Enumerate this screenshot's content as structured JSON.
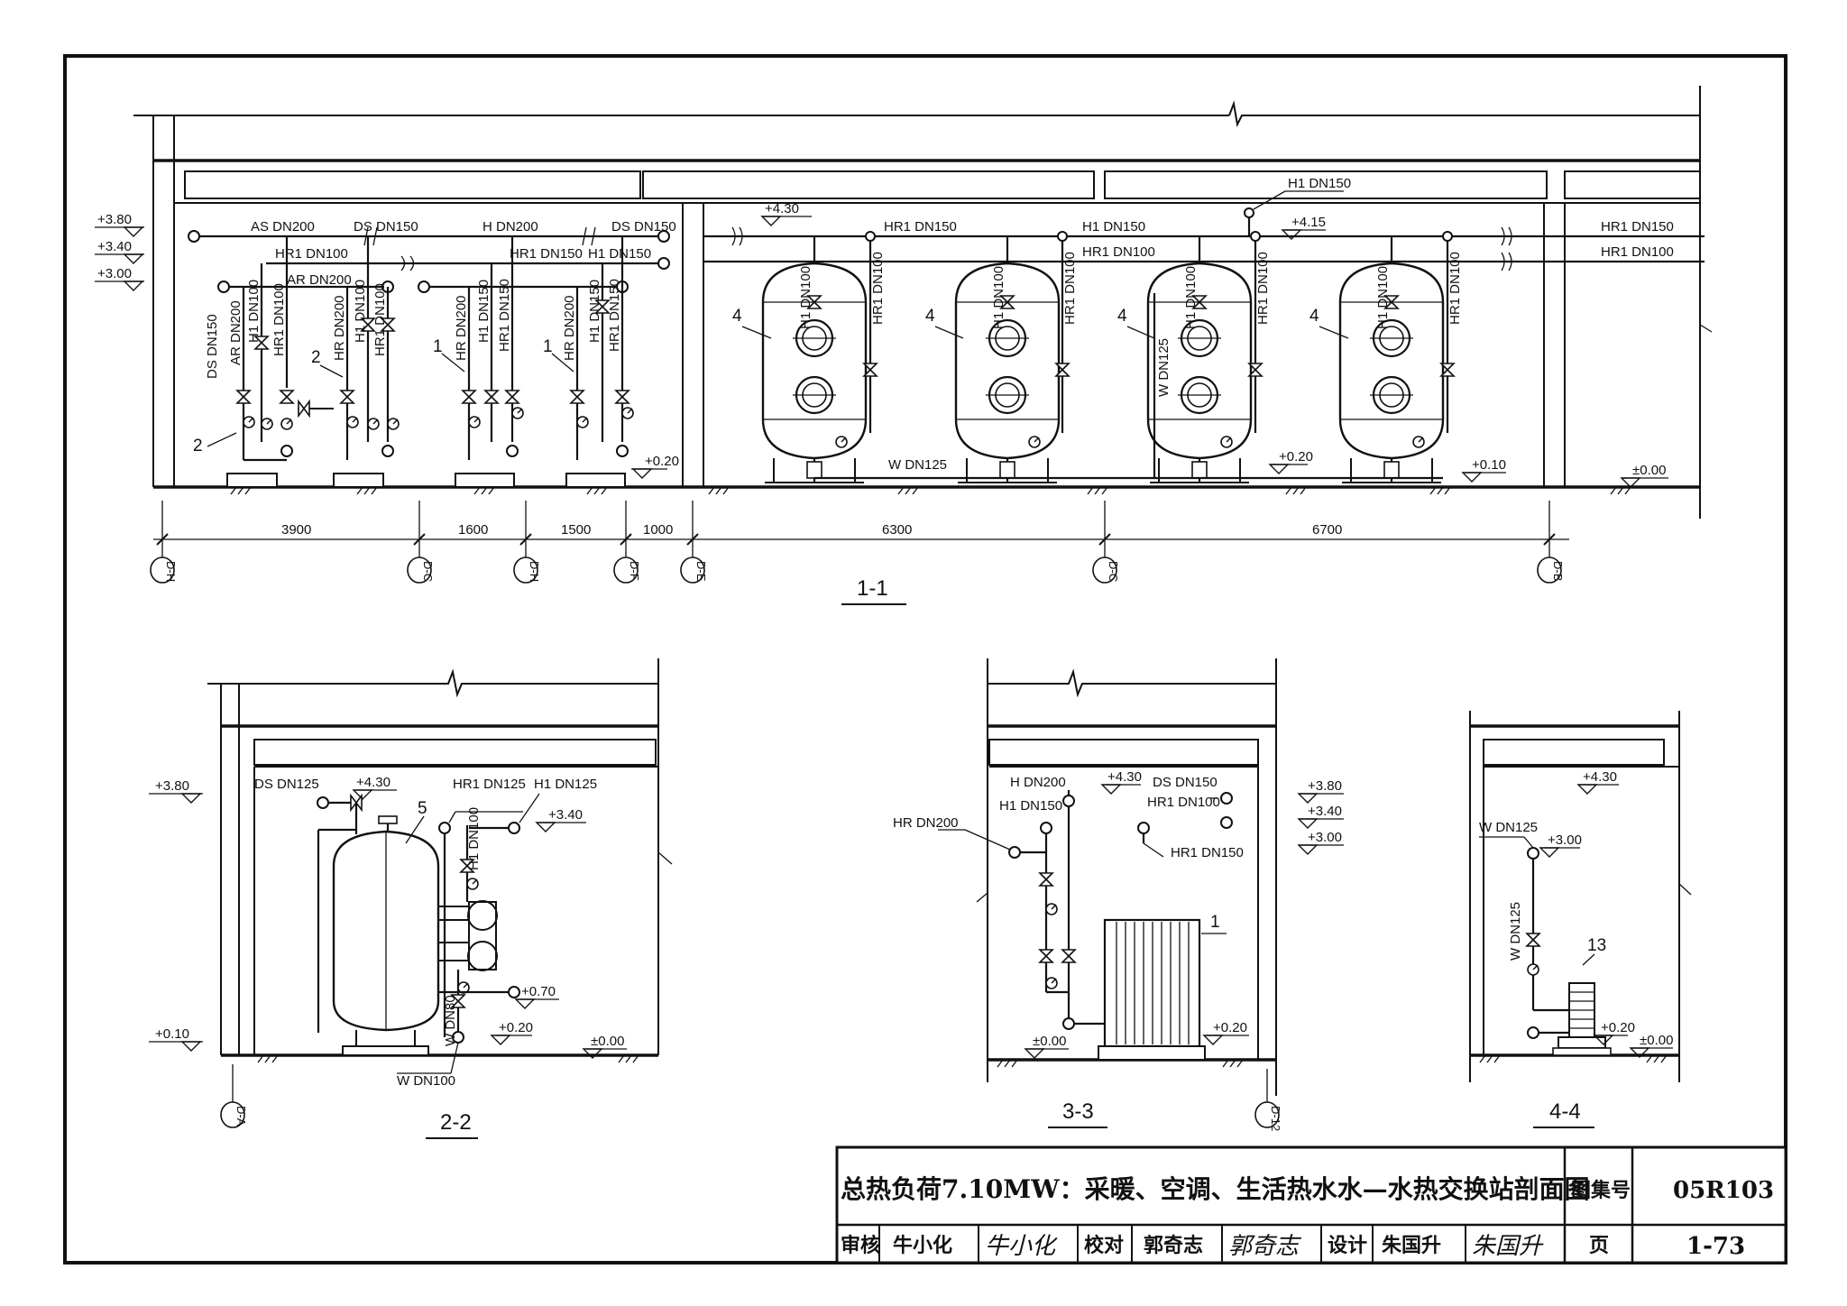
{
  "sections": {
    "s11": {
      "title": "1-1",
      "elevations": {
        "e380": "+3.80",
        "e340": "+3.40",
        "e300": "+3.00",
        "e430": "+4.30",
        "e415": "+4.15",
        "e020a": "+0.20",
        "e020b": "+0.20",
        "e010": "+0.10",
        "e000": "±0.00"
      },
      "pipe_labels": {
        "as_dn200": "AS DN200",
        "ds_dn150": "DS DN150",
        "h_dn200": "H DN200",
        "ds_dn150b": "DS DN150",
        "hr1_dn100a": "HR1 DN100",
        "ar_dn200": "AR DN200",
        "hr1_dn150a": "HR1 DN150",
        "h1_dn150a": "H1 DN150",
        "hr1_dn150b": "HR1 DN150",
        "h1_dn150b": "H1 DN150",
        "hr1_dn100b": "HR1 DN100",
        "h1_dn150top": "H1 DN150",
        "hr1_dn150r": "HR1 DN150",
        "hr1_dn100r": "HR1 DN100",
        "w_dn125": "W DN125",
        "ds_dn150v": "DS DN150",
        "w_dn125v": "W DN125"
      },
      "vertical_labels": [
        "AR DN200",
        "H1 DN100",
        "HR1 DN100",
        "HR DN200",
        "H1 DN100",
        "HR1 DN100",
        "HR DN200",
        "H1 DN150",
        "HR1 DN150",
        "HR DN200",
        "H1 DN150",
        "HR1 DN150",
        "H1 DN100",
        "HR1 DN100",
        "H1 DN100",
        "HR1 DN100",
        "H1 DN100",
        "HR1 DN100",
        "H1 DN100",
        "HR1 DN100"
      ],
      "callouts": {
        "c2a": "2",
        "c2b": "2",
        "c1a": "1",
        "c1b": "1",
        "c4a": "4",
        "c4b": "4",
        "c4c": "4",
        "c4d": "4"
      },
      "dimensions": [
        "3900",
        "1600",
        "1500",
        "1000",
        "6300",
        "6700"
      ],
      "axes": [
        "D-H",
        "D-C",
        "D-H",
        "D-F",
        "D-E",
        "D-C",
        "D-B"
      ]
    },
    "s22": {
      "title": "2-2",
      "elevations": {
        "e380": "+3.80",
        "e430": "+4.30",
        "e340": "+3.40",
        "e070": "+0.70",
        "e020": "+0.20",
        "e010": "+0.10",
        "e000": "±0.00"
      },
      "pipe_labels": {
        "ds_dn125": "DS DN125",
        "hr1_dn125": "HR1 DN125",
        "h1_dn125": "H1 DN125",
        "w_dn100": "W DN100",
        "h1_dn100v": "H1 DN100",
        "w_dn80v": "W DN80"
      },
      "callout": "5",
      "axis": "D-A"
    },
    "s33": {
      "title": "3-3",
      "elevations": {
        "e430": "+4.30",
        "e380": "+3.80",
        "e340": "+3.40",
        "e300": "+3.00",
        "e020": "+0.20",
        "e000": "±0.00"
      },
      "pipe_labels": {
        "h_dn200": "H DN200",
        "h1_dn150": "H1 DN150",
        "ds_dn150": "DS DN150",
        "hr1_dn100": "HR1 DN100",
        "hr_dn200": "HR DN200",
        "hr1_dn150": "HR1 DN150"
      },
      "callout": "1",
      "axis": "D-12"
    },
    "s44": {
      "title": "4-4",
      "elevations": {
        "e430": "+4.30",
        "e300": "+3.00",
        "e020": "+0.20",
        "e000": "±0.00"
      },
      "pipe_labels": {
        "w_dn125": "W DN125",
        "w_dn125v": "W DN125"
      },
      "callout": "13"
    }
  },
  "title_block": {
    "title": "总热负荷7.10MW：采暖、空调、生活热水水—水热交换站剖面图",
    "atlas_label": "图集号",
    "atlas_no": "05R103",
    "review_label": "审核",
    "reviewer": "牛小化",
    "review_signature": "牛小化",
    "check_label": "校对",
    "checker": "郭奇志",
    "check_signature": "郭奇志",
    "design_label": "设计",
    "designer": "朱国升",
    "design_signature": "朱国升",
    "page_label": "页",
    "page_no": "1-73"
  }
}
